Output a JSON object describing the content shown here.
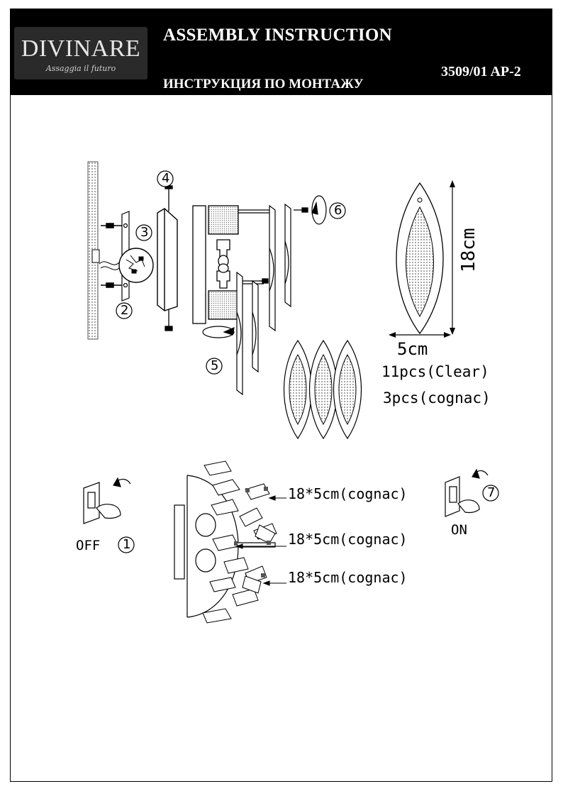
{
  "header": {
    "brand": "DIVINARE",
    "tagline": "Assaggia il futuro",
    "title_en": "ASSEMBLY INSTRUCTION",
    "title_ru": "ИНСТРУКЦИЯ ПО МОНТАЖУ",
    "model": "3509/01 AP-2"
  },
  "steps": {
    "s1": "1",
    "s2": "2",
    "s3": "3",
    "s4": "4",
    "s5": "5",
    "s6": "6",
    "s7": "7"
  },
  "dimensions": {
    "height": "18cm",
    "width": "5cm",
    "qty_clear": "11pcs(Clear)",
    "qty_cognac": "3pcs(cognac)"
  },
  "labels": {
    "cognac_1": "18*5cm(cognac)",
    "cognac_2": "18*5cm(cognac)",
    "cognac_3": "18*5cm(cognac)",
    "off": "OFF",
    "on": "ON"
  }
}
